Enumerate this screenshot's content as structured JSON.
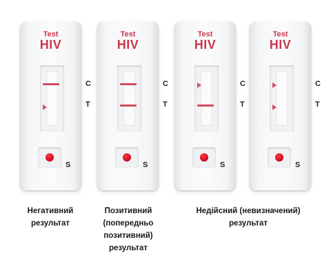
{
  "brand_color": "#c9384e",
  "tests": [
    {
      "label_small": "Test",
      "label_big": "HIV",
      "control_label": "C",
      "test_label": "T",
      "sample_label": "S",
      "control_line": "present",
      "test_line": "absent"
    },
    {
      "label_small": "Test",
      "label_big": "HIV",
      "control_label": "C",
      "test_label": "T",
      "sample_label": "S",
      "control_line": "present",
      "test_line": "present"
    },
    {
      "label_small": "Test",
      "label_big": "HIV",
      "control_label": "C",
      "test_label": "T",
      "sample_label": "S",
      "control_line": "absent",
      "test_line": "present"
    },
    {
      "label_small": "Test",
      "label_big": "HIV",
      "control_label": "C",
      "test_label": "T",
      "sample_label": "S",
      "control_line": "absent",
      "test_line": "absent"
    }
  ],
  "captions": {
    "negative": "Негативний\nрезультат",
    "positive": "Позитивний\n(попередньо\nпозитивний)\nрезультат",
    "invalid": "Недійсний (невизначений)\nрезультат"
  }
}
